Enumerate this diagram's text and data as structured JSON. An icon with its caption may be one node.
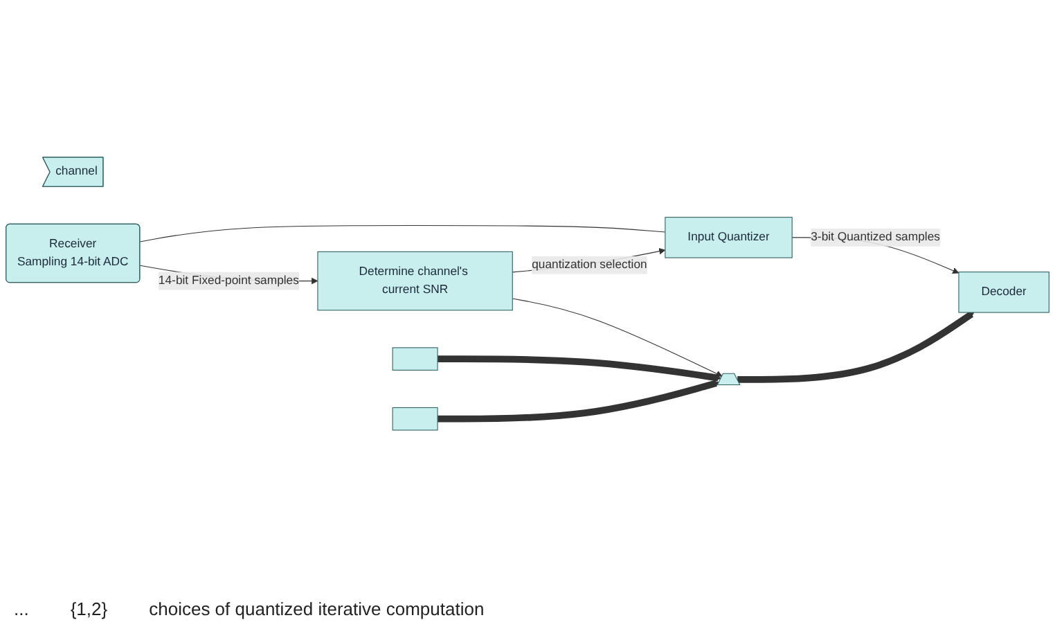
{
  "diagram": {
    "nodes": [
      {
        "text": [
          "channel"
        ]
      },
      {
        "text": [
          "Receiver",
          "Sampling 14-bit ADC"
        ]
      },
      {
        "text": [
          "Input Quantizer"
        ]
      },
      {
        "text": [
          "Decoder"
        ]
      },
      {
        "text": [
          "Determine channel's current SNR"
        ]
      },
      {
        "text": [],
        "shape": "box"
      },
      {
        "text": [],
        "shape": "box"
      },
      {
        "text": [],
        "shape": "trapezoid"
      }
    ],
    "edges": [
      {
        "from": 1,
        "to": 2,
        "arrow": "none"
      },
      {
        "from": 1,
        "to": 4,
        "arrow": "to",
        "label": "14-bit Fixed-point samples"
      },
      {
        "from": 2,
        "to": 3,
        "arrow": "to",
        "label": "3-bit Quantized samples"
      },
      {
        "from": 4,
        "to": 2,
        "arrow": "to",
        "label": "quantization selection"
      },
      {
        "from": 4,
        "to": 7,
        "arrow": "to"
      },
      {
        "from": 5,
        "to": 7,
        "arrow": "to",
        "style": "thick"
      },
      {
        "from": 6,
        "to": 7,
        "arrow": "to",
        "style": "thick"
      },
      {
        "from": 7,
        "to": 3,
        "arrow": "to",
        "style": "thick"
      }
    ],
    "labels": [
      "...",
      "{1,2}",
      "choices of quantized iterative computation"
    ]
  }
}
